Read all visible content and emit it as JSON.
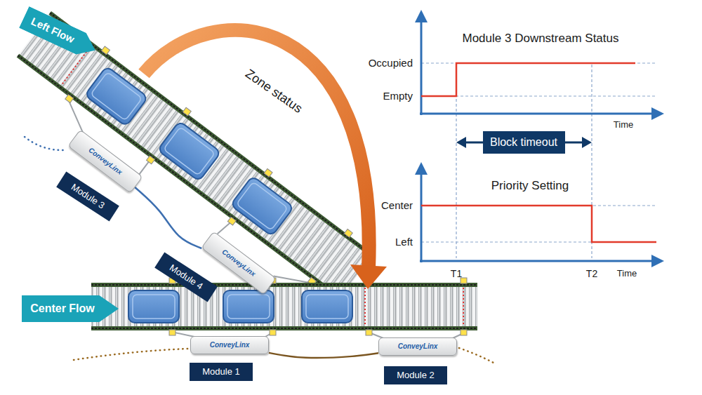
{
  "diagram": {
    "nodes": [
      {
        "text": [
          "Left Flow"
        ]
      },
      {
        "text": [
          "ConveyLinx"
        ]
      },
      {
        "text": [
          "Module 3"
        ]
      },
      {
        "text": [
          "ConveyLinx"
        ]
      },
      {
        "text": [
          "Module 4"
        ]
      },
      {
        "text": [
          "Center Flow"
        ]
      },
      {
        "text": [
          "ConveyLinx"
        ]
      },
      {
        "text": [
          "Module 1"
        ]
      },
      {
        "text": [
          "ConveyLinx"
        ]
      },
      {
        "text": [
          "Module 2"
        ]
      },
      {
        "text": [
          "Block timeout"
        ]
      }
    ],
    "edges": [
      {
        "from": 1,
        "to": 3,
        "arrow": "none"
      },
      {
        "from": 6,
        "to": 8,
        "arrow": "none"
      }
    ],
    "labels": [
      "Zone status",
      "Module 3 Downstream Status",
      "Occupied",
      "Empty",
      "Time",
      "Priority Setting",
      "Center",
      "Left",
      "T1",
      "T2",
      "Time"
    ]
  }
}
